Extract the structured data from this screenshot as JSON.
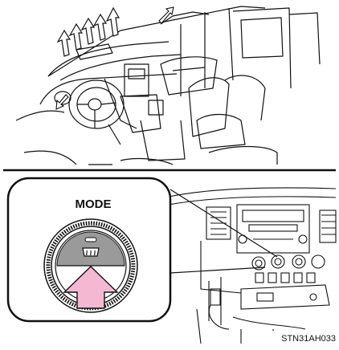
{
  "top_panel": {
    "arrow_direction": "up",
    "arrow_count": 5
  },
  "mode_callout": {
    "label": "MODE",
    "dial_icon": "windshield-defrost-icon",
    "arrow_color": "#F4B8D3"
  },
  "figure": {
    "code": "STN31AH033"
  }
}
